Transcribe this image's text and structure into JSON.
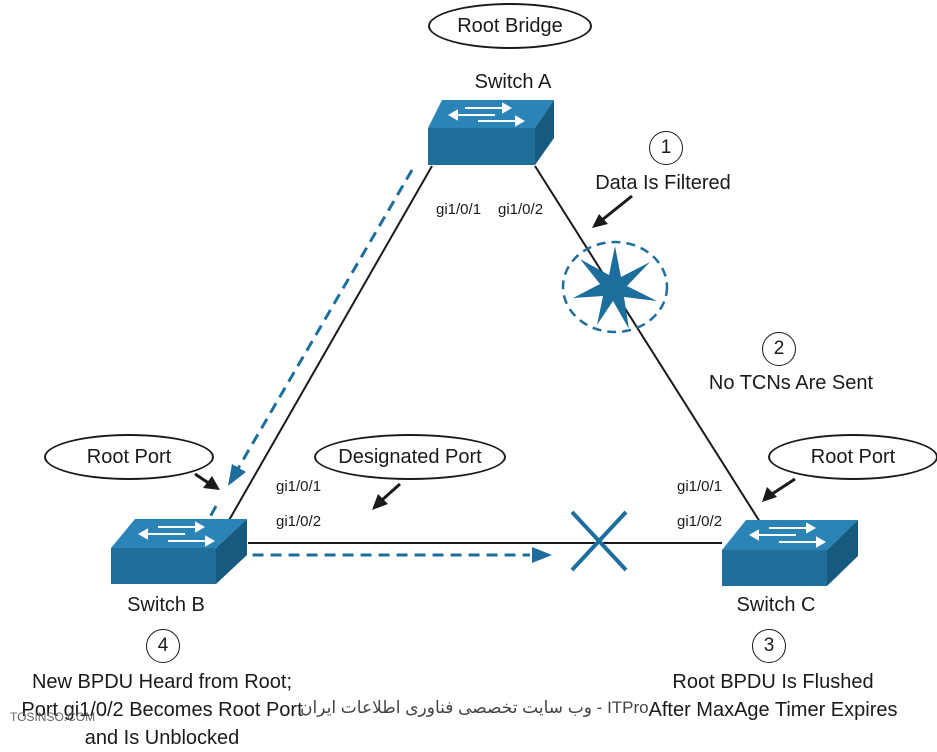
{
  "labels": {
    "root_bridge": "Root Bridge",
    "switch_a": "Switch A",
    "switch_b": "Switch B",
    "switch_c": "Switch C",
    "root_port_b": "Root Port",
    "root_port_c": "Root Port",
    "designated_port": "Designated Port",
    "a_gi1": "gi1/0/1",
    "a_gi2": "gi1/0/2",
    "b_gi1": "gi1/0/1",
    "b_gi2": "gi1/0/2",
    "c_gi1": "gi1/0/1",
    "c_gi2": "gi1/0/2"
  },
  "steps": [
    {
      "number": "1",
      "lines": [
        "Data Is Filtered"
      ]
    },
    {
      "number": "2",
      "lines": [
        "No TCNs Are Sent"
      ]
    },
    {
      "number": "3",
      "lines": [
        "Root BPDU Is Flushed",
        "After MaxAge Timer Expires"
      ]
    },
    {
      "number": "4",
      "lines": [
        "New BPDU Heard from Root;",
        "Port gi1/0/2 Becomes Root Port",
        "and Is Unblocked"
      ]
    }
  ],
  "watermark": {
    "left": "TOSINSO.COM",
    "center": "ITPro - وب سایت تخصصی فناوری اطلاعات ایران"
  },
  "colors": {
    "switch_front": "#1f6f9a",
    "switch_top": "#2a84b5",
    "dashed": "#1d6e9c",
    "star": "#1d6e9c",
    "line": "#1a1a1a"
  }
}
